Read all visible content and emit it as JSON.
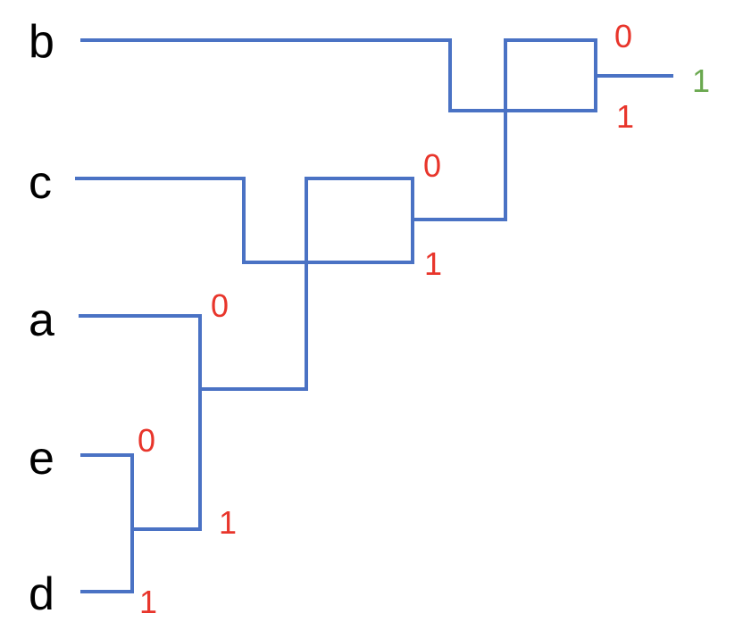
{
  "colors": {
    "line": "#4a72c4",
    "bit": "#e8352b",
    "root_bit": "#6aa84f",
    "label": "#000000"
  },
  "leaves": [
    {
      "id": "b",
      "label": "b"
    },
    {
      "id": "c",
      "label": "c"
    },
    {
      "id": "a",
      "label": "a"
    },
    {
      "id": "e",
      "label": "e"
    },
    {
      "id": "d",
      "label": "d"
    }
  ],
  "bits": {
    "node_ed": {
      "zero": "0",
      "one": "1"
    },
    "node_aed": {
      "zero": "0",
      "one": "1"
    },
    "node_caed": {
      "zero": "0",
      "one": "1"
    },
    "node_root": {
      "zero": "0",
      "one": "1"
    },
    "root_output": "1"
  }
}
